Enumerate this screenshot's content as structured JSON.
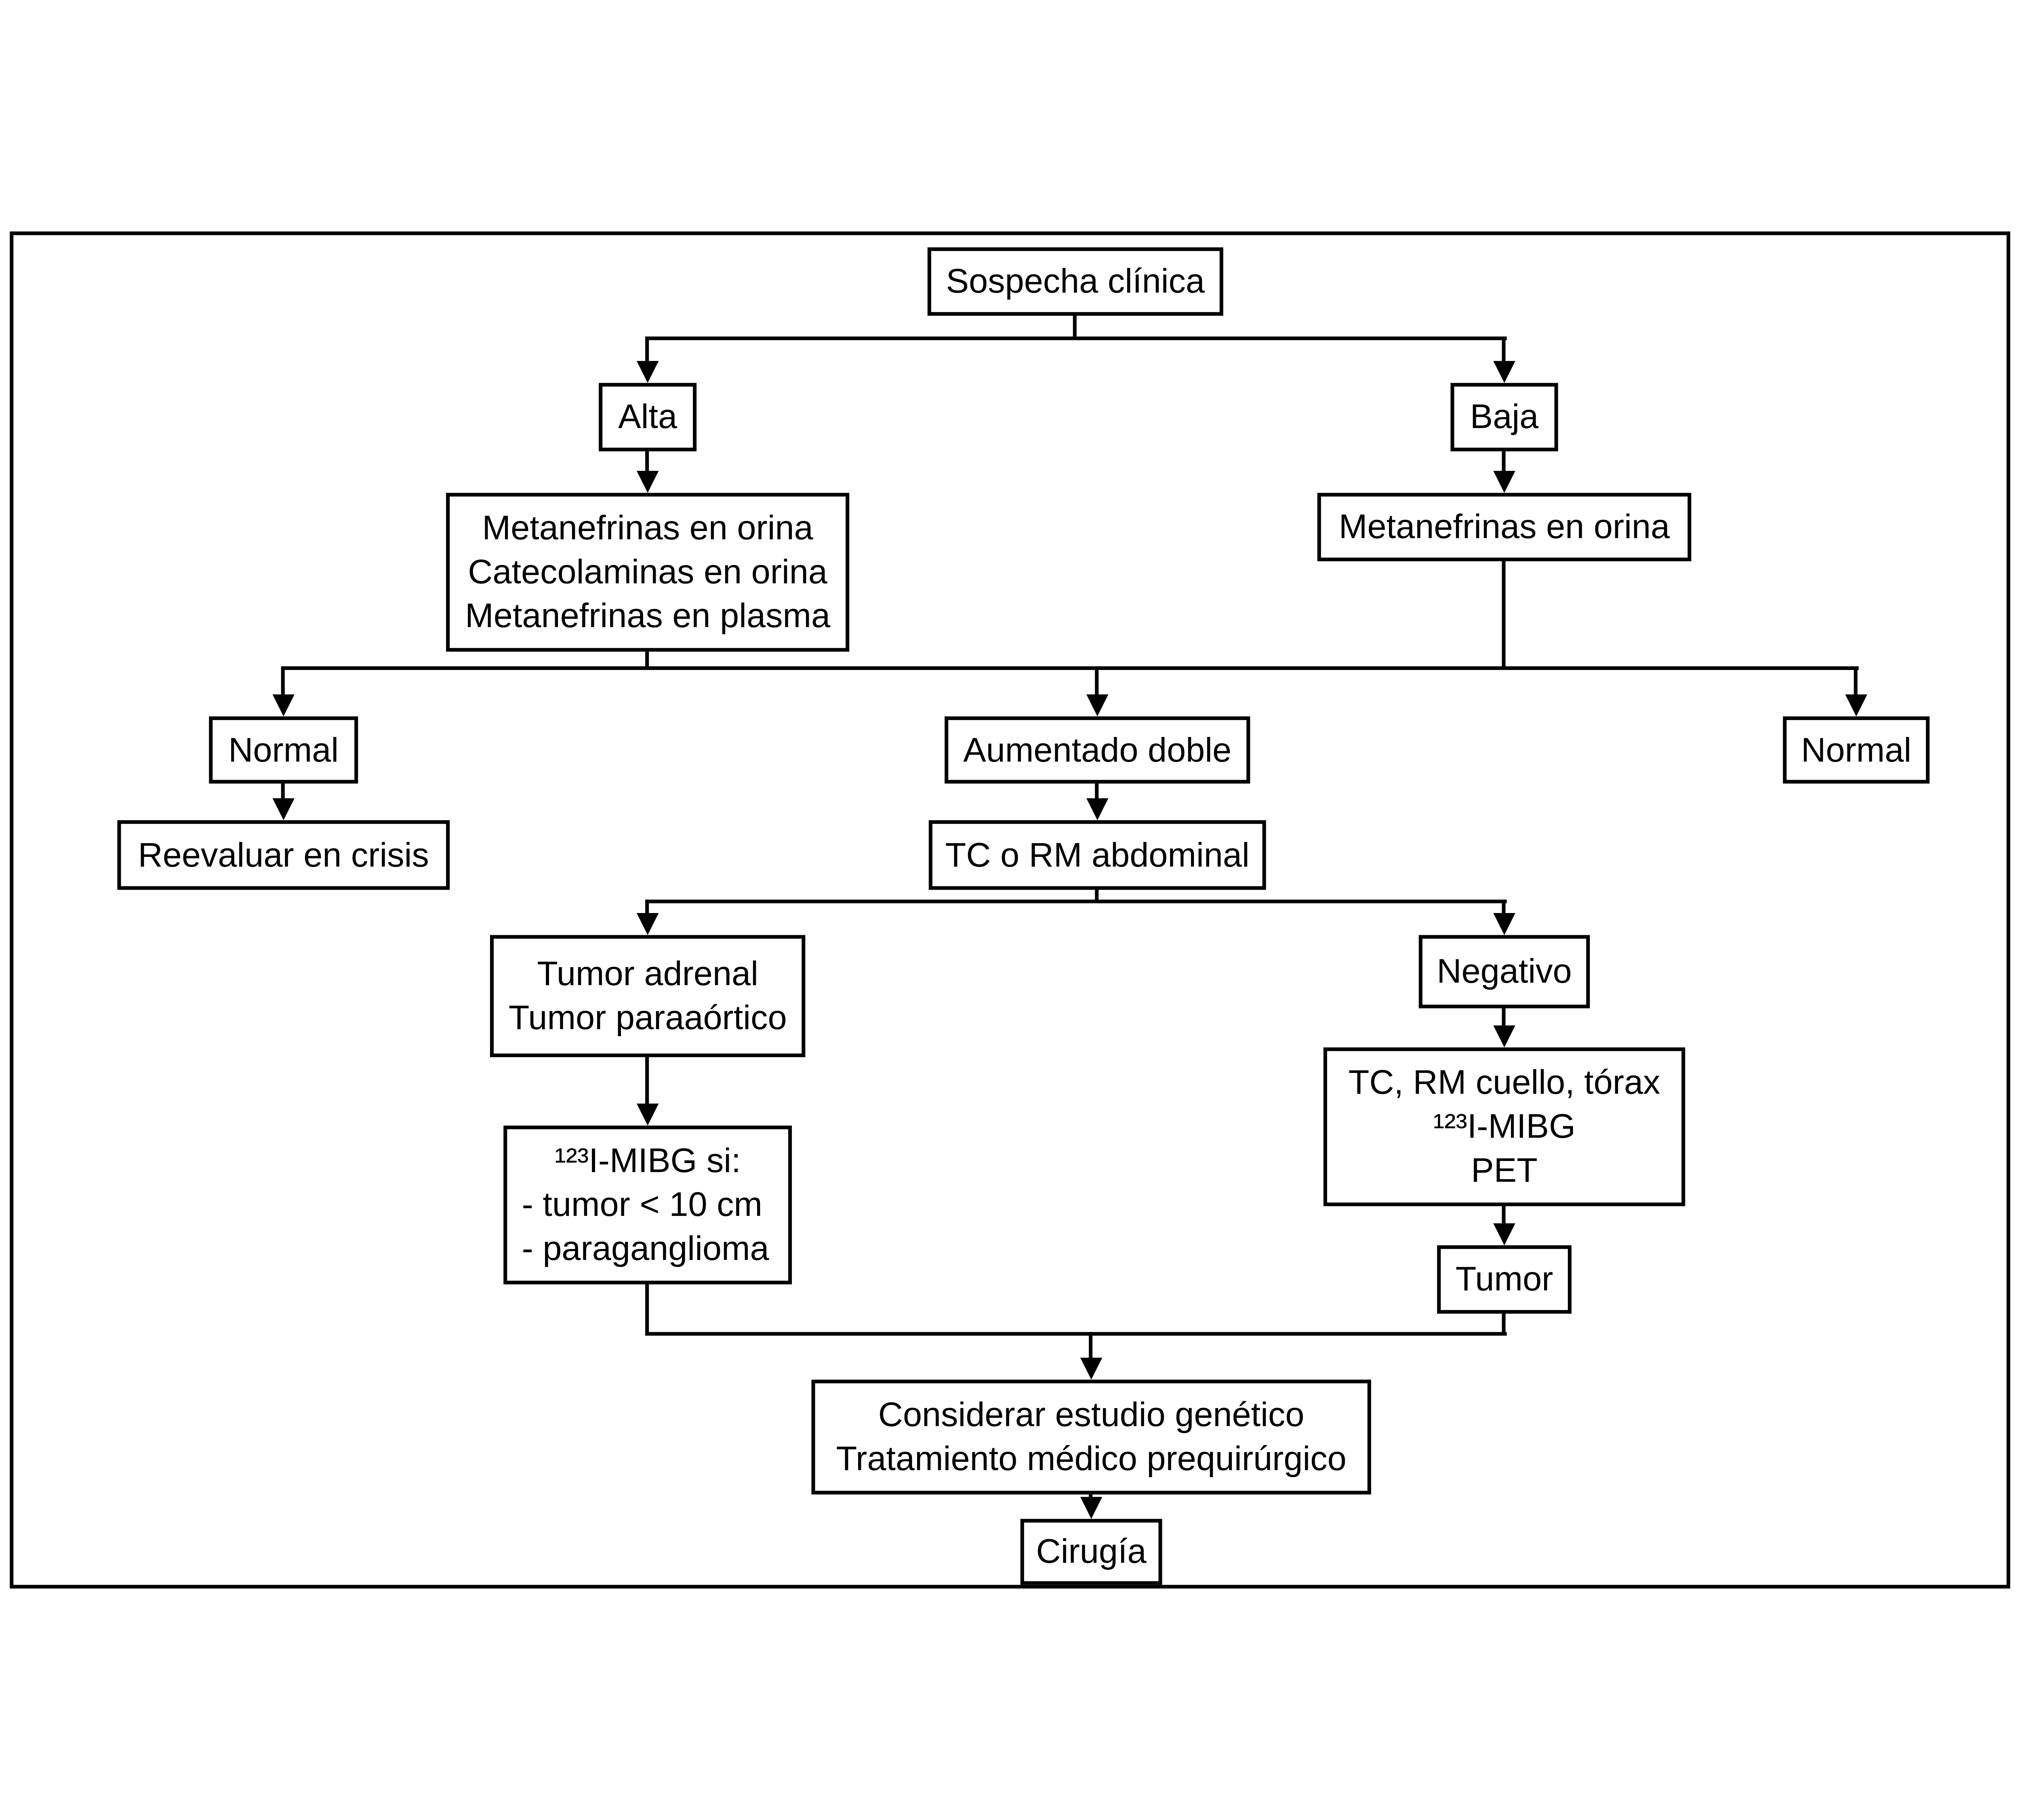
{
  "diagram": {
    "description": "Flowchart: diagnostic algorithm starting from clinical suspicion",
    "colors": {
      "background": "#ffffff",
      "box_fill": "#ffffff",
      "box_border": "#000000",
      "line": "#000000",
      "text": "#000000"
    },
    "nodes": {
      "sospecha": {
        "label": "Sospecha clínica"
      },
      "alta": {
        "label": "Alta"
      },
      "baja": {
        "label": "Baja"
      },
      "meta_alta": {
        "label": "Metanefrinas en orina\nCatecolaminas en orina\nMetanefrinas en plasma"
      },
      "meta_baja": {
        "label": "Metanefrinas en orina"
      },
      "normal_left": {
        "label": "Normal"
      },
      "aumentado": {
        "label": "Aumentado doble"
      },
      "normal_right": {
        "label": "Normal"
      },
      "reevaluar": {
        "label": "Reevaluar en crisis"
      },
      "tc_rm": {
        "label": "TC o RM abdominal"
      },
      "tumor_adrenal": {
        "label": "Tumor adrenal\nTumor paraaórtico"
      },
      "mibg": {
        "title": "¹²³I-MIBG si:",
        "items": "- tumor < 10 cm\n- paraganglioma"
      },
      "negativo": {
        "label": "Negativo"
      },
      "tc_rm_cuello": {
        "label": "TC, RM cuello, tórax\n¹²³I-MIBG\nPET"
      },
      "tumor": {
        "label": "Tumor"
      },
      "considerar": {
        "label": "Considerar estudio genético\nTratamiento médico prequirúrgico"
      },
      "cirugia": {
        "label": "Cirugía"
      }
    },
    "edges": [
      {
        "from": "sospecha",
        "to": "alta"
      },
      {
        "from": "sospecha",
        "to": "baja"
      },
      {
        "from": "alta",
        "to": "meta_alta"
      },
      {
        "from": "baja",
        "to": "meta_baja"
      },
      {
        "from": "meta_alta",
        "to": "normal_left"
      },
      {
        "from": "meta_alta",
        "to": "aumentado"
      },
      {
        "from": "meta_baja",
        "to": "aumentado"
      },
      {
        "from": "meta_baja",
        "to": "normal_right"
      },
      {
        "from": "normal_left",
        "to": "reevaluar"
      },
      {
        "from": "aumentado",
        "to": "tc_rm"
      },
      {
        "from": "tc_rm",
        "to": "tumor_adrenal"
      },
      {
        "from": "tc_rm",
        "to": "negativo"
      },
      {
        "from": "tumor_adrenal",
        "to": "mibg"
      },
      {
        "from": "negativo",
        "to": "tc_rm_cuello"
      },
      {
        "from": "tc_rm_cuello",
        "to": "tumor"
      },
      {
        "from": "mibg",
        "to": "considerar"
      },
      {
        "from": "tumor",
        "to": "considerar"
      },
      {
        "from": "considerar",
        "to": "cirugia"
      }
    ]
  }
}
